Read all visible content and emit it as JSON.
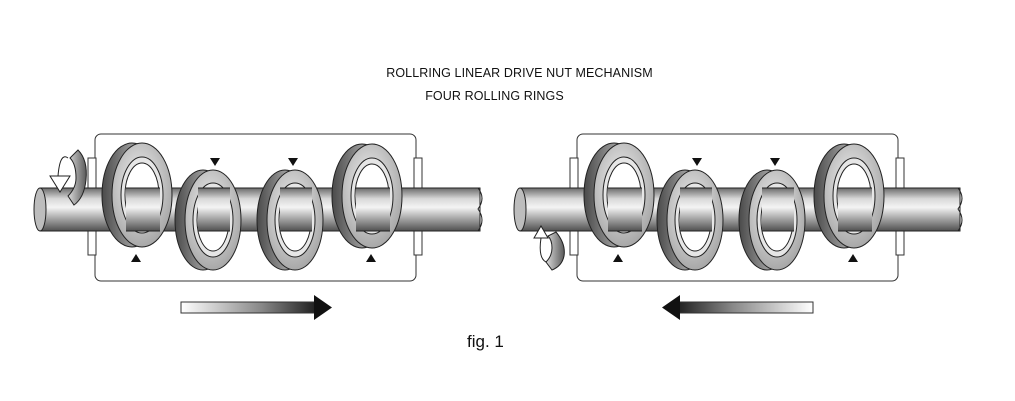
{
  "title_line1": "ROLLRING LINEAR DRIVE NUT MECHANISM",
  "title_line2": "FOUR ROLLING RINGS",
  "caption": "fig. 1",
  "views": [
    {
      "name": "left-view",
      "shaft_rotation": "down",
      "travel_direction": "right"
    },
    {
      "name": "right-view",
      "shaft_rotation": "up",
      "travel_direction": "left"
    }
  ],
  "colors": {
    "line": "#1a1a1a",
    "ring_face": "#c8c8c8",
    "housing": "#ffffff"
  }
}
